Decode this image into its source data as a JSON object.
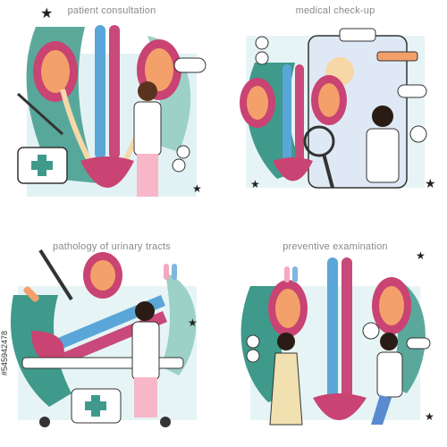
{
  "panels": [
    {
      "caption": "patient consultation"
    },
    {
      "caption": "medical check-up"
    },
    {
      "caption": "pathology of urinary tracts"
    },
    {
      "caption": "preventive examination"
    }
  ],
  "stock_id": "#545942478",
  "colors": {
    "kidney": "#c94373",
    "kidney_inner": "#f4a06a",
    "vein": "#5aa6d8",
    "artery": "#c8497a",
    "ureter": "#f3d9a8",
    "leaf": "#3f9a8b",
    "leaf_light": "#9bd1c6",
    "grid": "#d6ecef",
    "coat": "#ffffff",
    "pants_pink": "#f7b7c9"
  }
}
